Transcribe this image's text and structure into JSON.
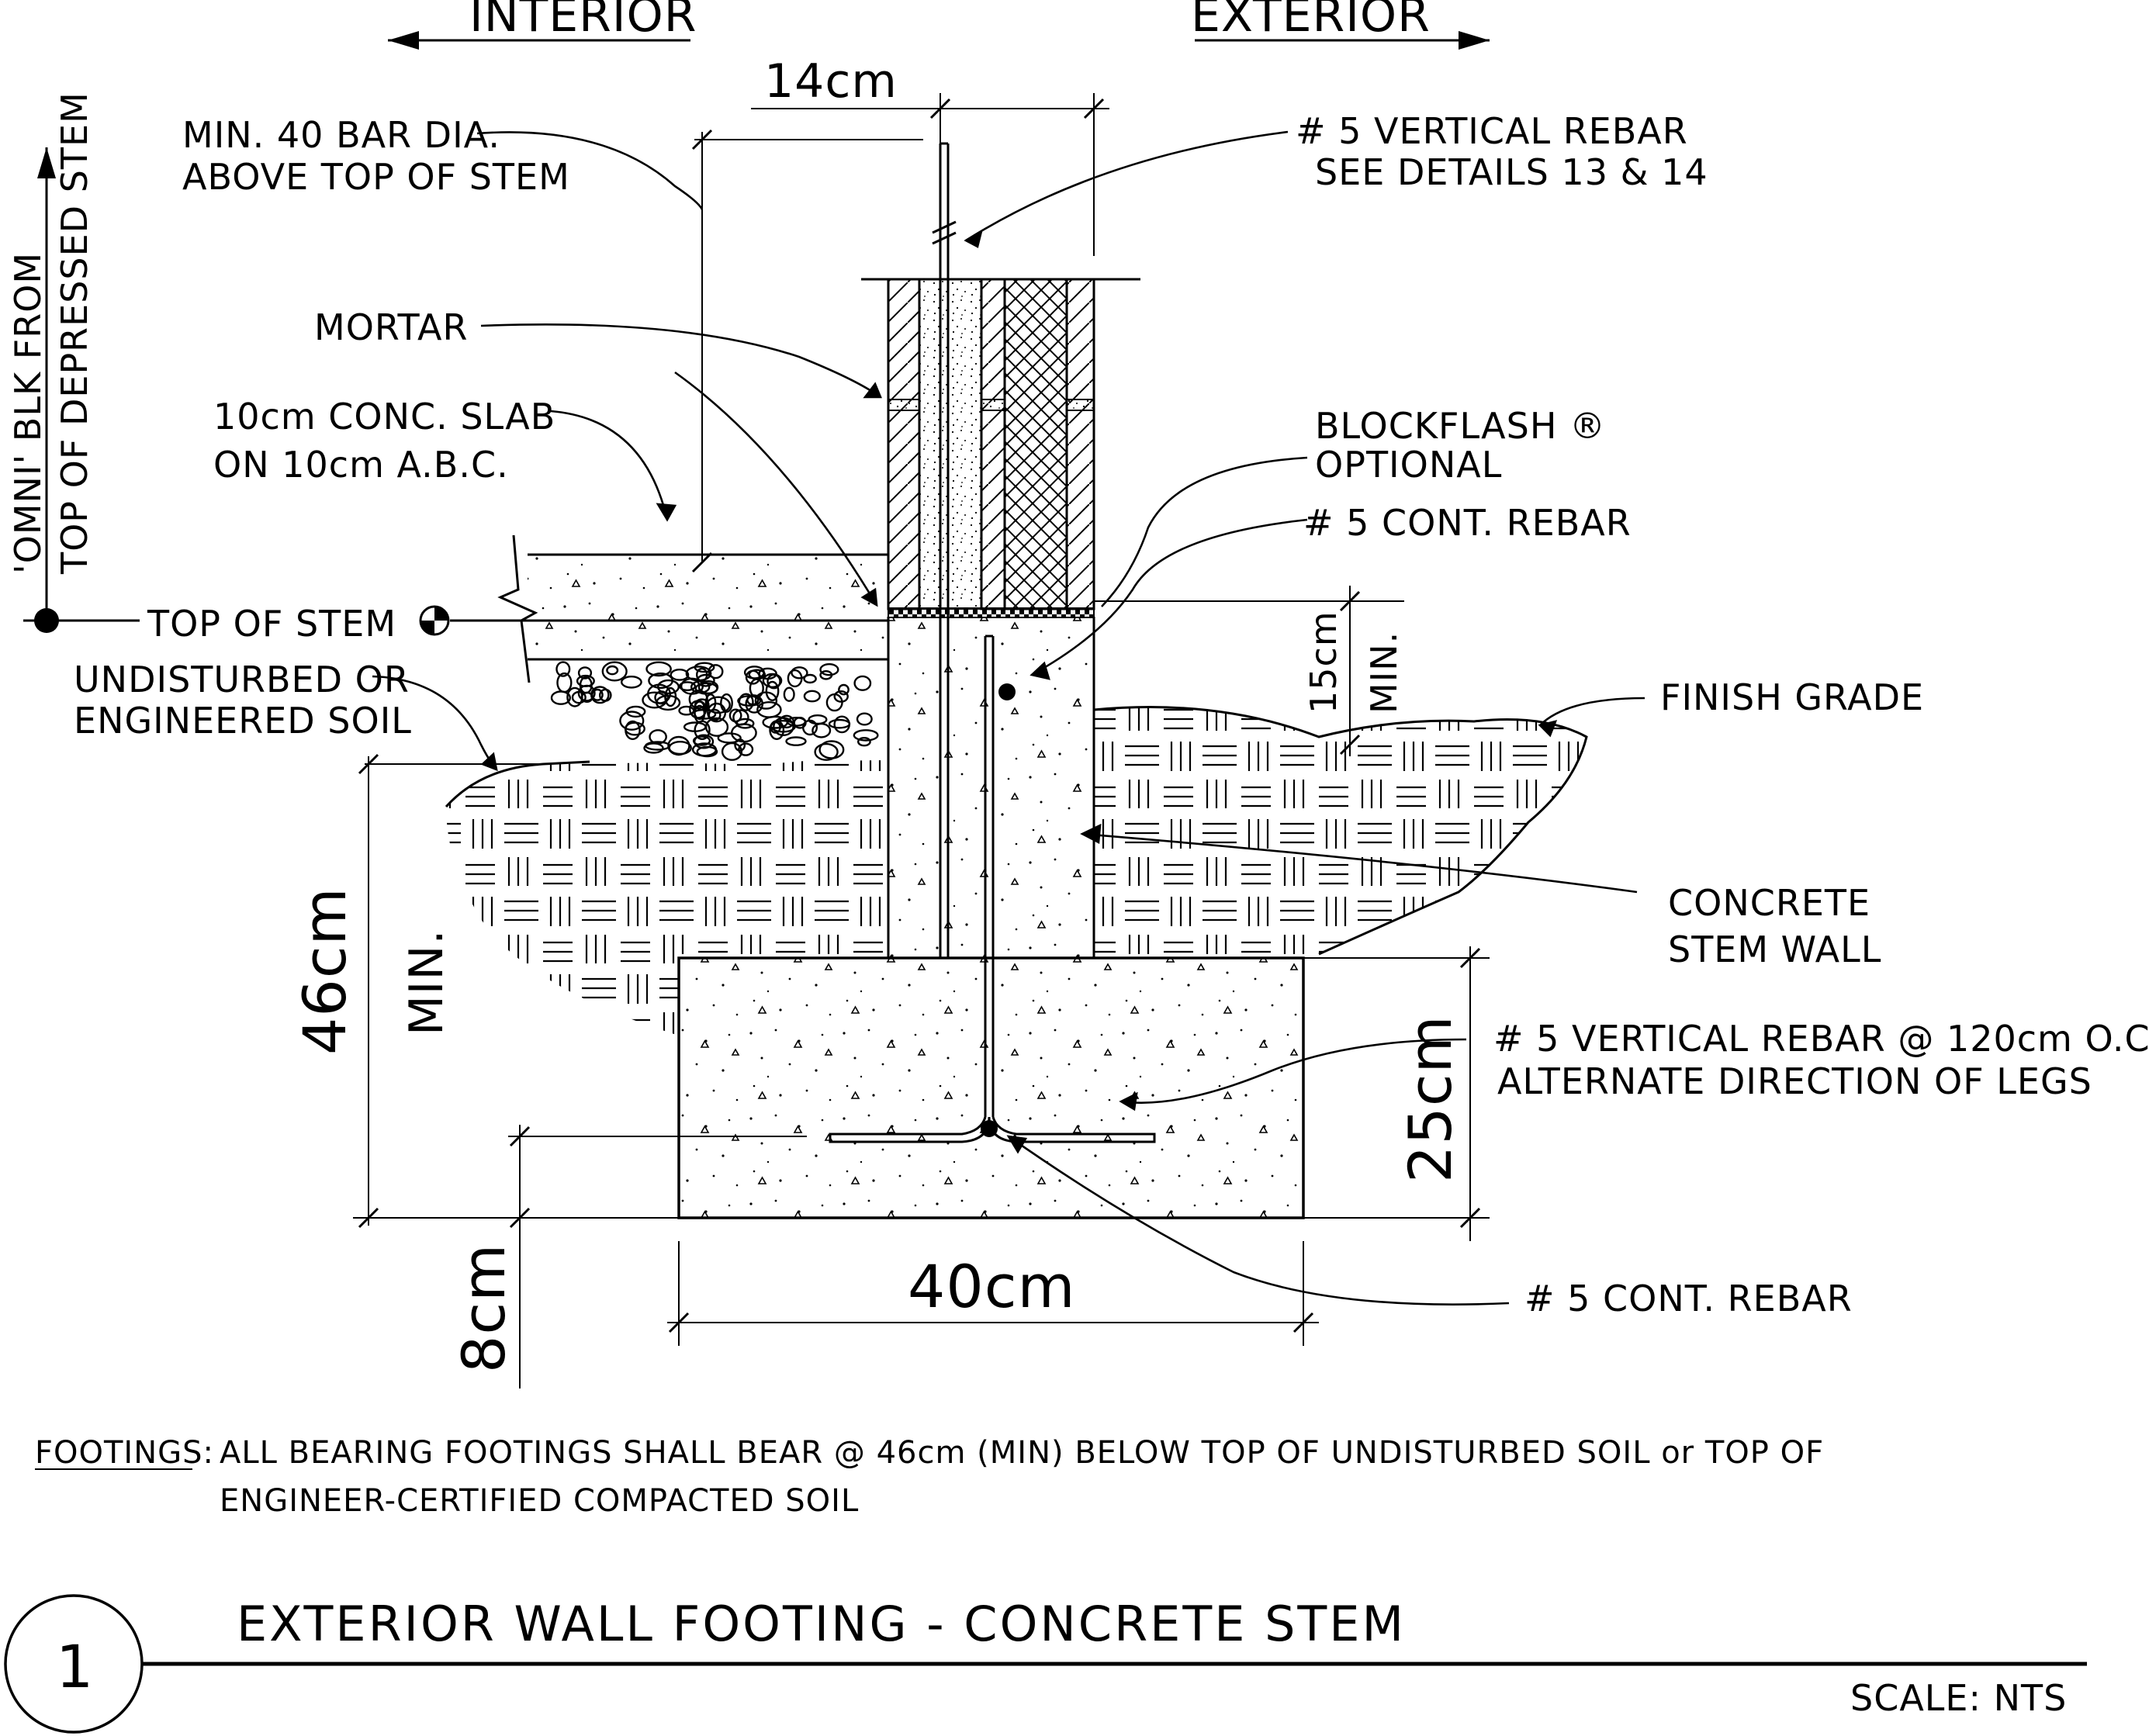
{
  "directions": {
    "interior": "INTERIOR",
    "exterior": "EXTERIOR"
  },
  "vertical_note": {
    "line1": "'OMNI' BLK FROM",
    "line2": "TOP OF DEPRESSED STEM"
  },
  "labels": {
    "bar_dia_1": "MIN. 40 BAR DIA.",
    "bar_dia_2": "ABOVE TOP OF STEM",
    "vert_rebar_1": "# 5  VERTICAL REBAR",
    "vert_rebar_2": "SEE DETAILS 13 & 14",
    "mortar": "MORTAR",
    "slab_1": "10cm CONC. SLAB",
    "slab_2": "ON 10cm A.B.C.",
    "blockflash_1": "BLOCKFLASH ®",
    "blockflash_2": "OPTIONAL",
    "cont_rebar_top": "# 5 CONT. REBAR",
    "top_of_stem": "TOP OF STEM",
    "soil_1": "UNDISTURBED OR",
    "soil_2": "ENGINEERED SOIL",
    "finish_grade": "FINISH GRADE",
    "stem_wall_1": "CONCRETE",
    "stem_wall_2": "STEM WALL",
    "vert_rebar_oc_1": "# 5 VERTICAL REBAR @ 120cm O.C.",
    "vert_rebar_oc_2": "ALTERNATE DIRECTION OF LEGS",
    "cont_rebar_bottom": "# 5 CONT. REBAR"
  },
  "dimensions": {
    "wall_width": "14cm",
    "stem_above_grade": "15cm",
    "stem_above_grade_min": "MIN.",
    "depth": "46cm",
    "depth_min": "MIN.",
    "footing_height": "25cm",
    "footing_width": "40cm",
    "rebar_cover": "8cm"
  },
  "notes": {
    "label": "FOOTINGS:",
    "line1": "ALL BEARING FOOTINGS SHALL BEAR @ 46cm (MIN) BELOW TOP OF UNDISTURBED SOIL or TOP OF",
    "line2": "ENGINEER-CERTIFIED COMPACTED SOIL"
  },
  "title_block": {
    "detail_number": "1",
    "title": "EXTERIOR WALL FOOTING - CONCRETE STEM",
    "scale": "SCALE: NTS"
  }
}
